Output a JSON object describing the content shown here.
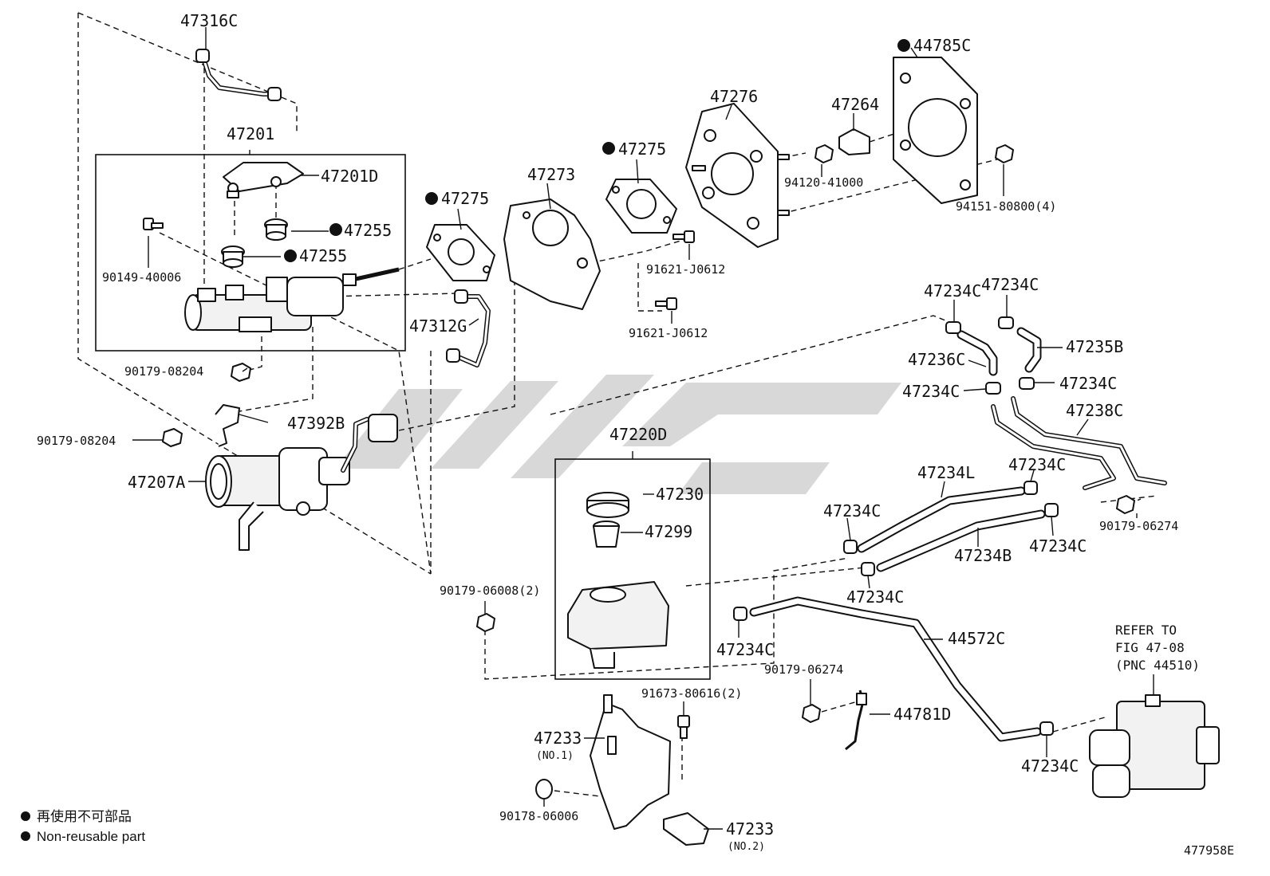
{
  "diagram_code": "477958E",
  "legend": {
    "items": [
      {
        "symbol": "●",
        "text": "再使用不可部品"
      },
      {
        "symbol": "●",
        "text": "Non-reusable part"
      }
    ]
  },
  "reference_note": {
    "line1": "REFER TO",
    "line2": "FIG 47-08",
    "line3": "(PNC 44510)"
  },
  "callouts": {
    "p47316C": "47316C",
    "p47201": "47201",
    "p47201D": "47201D",
    "p47255a": "47255",
    "p47255b": "47255",
    "p90149": "90149-40006",
    "p90179_08204a": "90179-08204",
    "p47392B": "47392B",
    "p90179_08204b": "90179-08204",
    "p47207A": "47207A",
    "p47275a": "47275",
    "p47312G": "47312G",
    "p47273": "47273",
    "p47275b": "47275",
    "p47276": "47276",
    "p47264": "47264",
    "p94120": "94120-41000",
    "p44785C": "44785C",
    "p94151": "94151-80800(4)",
    "p91621a": "91621-J0612",
    "p91621b": "91621-J0612",
    "p47234C_1": "47234C",
    "p47234C_2": "47234C",
    "p47235B": "47235B",
    "p47236C": "47236C",
    "p47234C_3": "47234C",
    "p47234C_4": "47234C",
    "p47238C": "47238C",
    "p47220D": "47220D",
    "p47230": "47230",
    "p47299": "47299",
    "p47234L": "47234L",
    "p47234C_5": "47234C",
    "p47234C_6": "47234C",
    "p47234B": "47234B",
    "p47234C_7": "47234C",
    "p90179_06274a": "90179-06274",
    "p47234C_8": "47234C",
    "p90179_06008": "90179-06008(2)",
    "p47234C_9": "47234C",
    "p44572C": "44572C",
    "p90179_06274b": "90179-06274",
    "p44781D": "44781D",
    "p91673": "91673-80616(2)",
    "p47233a": "47233",
    "p47233a_sub": "(NO.1)",
    "p90178": "90178-06006",
    "p47233b": "47233",
    "p47233b_sub": "(NO.2)",
    "p47234C_10": "47234C"
  }
}
